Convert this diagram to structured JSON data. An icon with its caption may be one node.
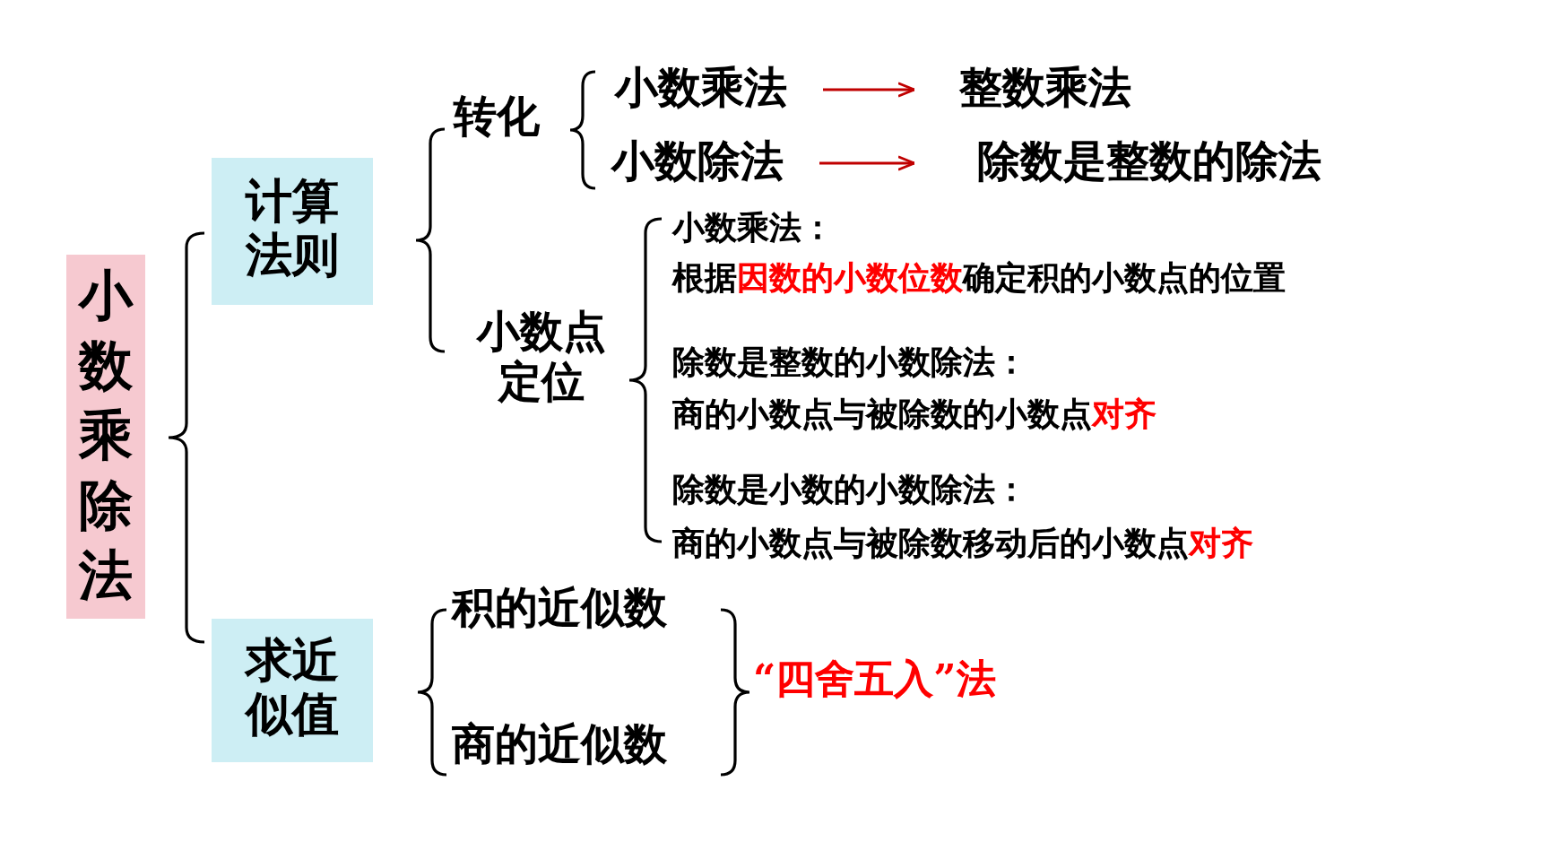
{
  "diagram": {
    "nodes": [
      {
        "text": [
          "小数乘除法"
        ]
      },
      {
        "text": [
          "计算法则"
        ]
      },
      {
        "text": [
          "求近似值"
        ]
      },
      {
        "text": [
          "小数乘法"
        ]
      },
      {
        "text": [
          "整数乘法"
        ]
      },
      {
        "text": [
          "小数除法"
        ]
      },
      {
        "text": [
          "除数是整数的除法"
        ]
      }
    ],
    "edges": [
      {
        "from": 3,
        "to": 4,
        "arrow": "to"
      },
      {
        "from": 5,
        "to": 6,
        "arrow": "to"
      }
    ],
    "labels": [
      "转化",
      "小数点定位",
      "小数乘法：",
      "根据**因数的小数位数**确定积的小数点的位置",
      "除数是整数的小数除法：",
      "商的小数点与被除数的小数点**对齐**",
      "除数是小数的小数除法：",
      "商的小数点与被除数移动后的小数点**对齐**",
      "积的近似数",
      "商的近似数",
      "“四舍五入”法"
    ]
  }
}
